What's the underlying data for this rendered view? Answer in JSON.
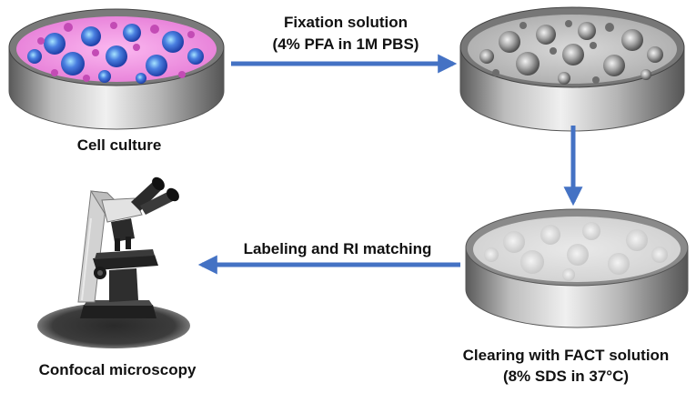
{
  "steps": {
    "cell_culture": {
      "label": "Cell culture"
    },
    "fixation": {
      "line1": "Fixation solution",
      "line2": "(4% PFA in 1M PBS)"
    },
    "clearing": {
      "line1": "Clearing with FACT solution",
      "line2": "(8% SDS in 37°C)"
    },
    "labeling": {
      "label": "Labeling and RI matching"
    },
    "microscopy": {
      "label": "Confocal microscopy"
    }
  },
  "colors": {
    "arrow": "#4472c4",
    "culture_medium": "#f39ee6",
    "cell_body": "#3f6fd6",
    "cell_nucleus": "#7ad0f2",
    "dish_rim": "#6e6e6e",
    "dish_wall": "#9a9a9a"
  },
  "icons": [
    "petri-dish-icon",
    "arrow-right-icon",
    "arrow-down-icon",
    "arrow-left-icon",
    "microscope-icon"
  ]
}
